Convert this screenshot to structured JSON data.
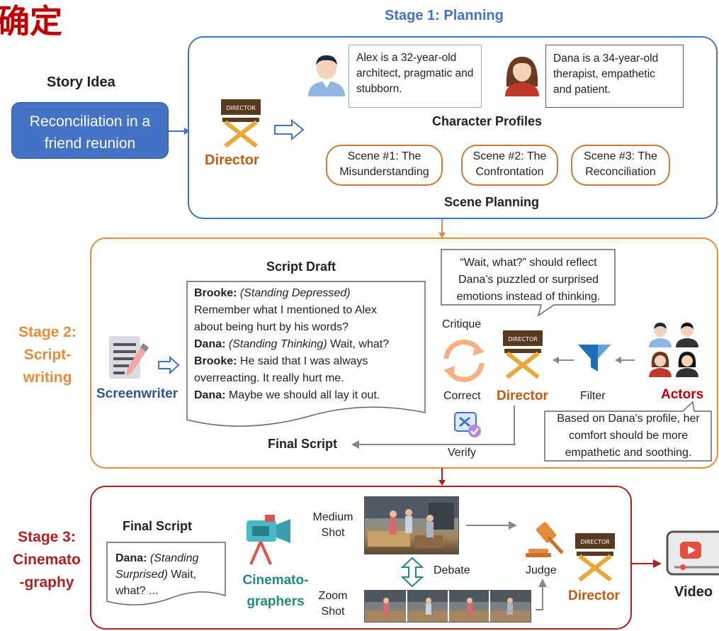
{
  "corner_text": "确定",
  "stage1": {
    "title": "Stage 1: Planning",
    "story_idea_label": "Story Idea",
    "story_idea_text": "Reconciliation in a friend reunion",
    "director_label": "Director",
    "alex_profile": "Alex is a 32-year-old architect, pragmatic and stubborn.",
    "dana_profile": "Dana is a 34-year-old therapist, empathetic and patient.",
    "character_profiles_label": "Character Profiles",
    "scenes": [
      {
        "line1": "Scene #1: The",
        "line2": "Misunderstanding"
      },
      {
        "line1": "Scene #2: The",
        "line2": "Confrontation"
      },
      {
        "line1": "Scene #3: The",
        "line2": "Reconciliation"
      }
    ],
    "scene_planning_label": "Scene Planning",
    "chair_sign": "DIRECTOR"
  },
  "stage2": {
    "title_lines": [
      "Stage 2:",
      "Script-",
      "writing"
    ],
    "screenwriter_label": "Screenwriter",
    "script_draft_label": "Script Draft",
    "script_lines": [
      {
        "speaker": "Brooke:",
        "action": "(Standing Depressed)",
        "text": ""
      },
      {
        "speaker": "",
        "action": "",
        "text": "Remember what I mentioned to Alex"
      },
      {
        "speaker": "",
        "action": "",
        "text": "about being hurt by his words?"
      },
      {
        "speaker": "Dana:",
        "action": "(Standing Thinking)",
        "text": " Wait, what?"
      },
      {
        "speaker": "Brooke:",
        "action": "",
        "text": " He said that I was always"
      },
      {
        "speaker": "",
        "action": "",
        "text": "overreacting. It really hurt me."
      },
      {
        "speaker": "Dana:",
        "action": "",
        "text": " Maybe we should all lay it out."
      }
    ],
    "critique_bubble": "“Wait, what?” should reflect Dana’s puzzled or surprised emotions instead of thinking.",
    "critique_label": "Critique",
    "correct_label": "Correct",
    "director_label": "Director",
    "filter_label": "Filter",
    "actors_label": "Actors",
    "verify_label": "Verify",
    "final_script_label": "Final Script",
    "actor_note": "Based on Dana's profile, her comfort should be more empathetic and soothing."
  },
  "stage3": {
    "title_lines": [
      "Stage 3:",
      "Cinemato",
      "-graphy"
    ],
    "final_script_label": "Final Script",
    "script_speaker": "Dana:",
    "script_action": "(Standing Surprised)",
    "script_text": " Wait, what? ...",
    "cinematographers_lines": [
      "Cinemato-",
      "graphers"
    ],
    "medium_shot_lines": [
      "Medium",
      "Shot"
    ],
    "zoom_shot_lines": [
      "Zoom",
      "Shot"
    ],
    "debate_label": "Debate",
    "judge_label": "Judge",
    "director_label": "Director",
    "video_label": "Video"
  },
  "colors": {
    "stage1": "#4472c4",
    "stage2": "#e98b3a",
    "stage3": "#b41e1e",
    "director_text": "#c55a11",
    "screenwriter_text": "#2f5597",
    "cinematographers_text": "#1e8c78",
    "actors_text": "#c00000",
    "story_box": "#4472c4"
  }
}
